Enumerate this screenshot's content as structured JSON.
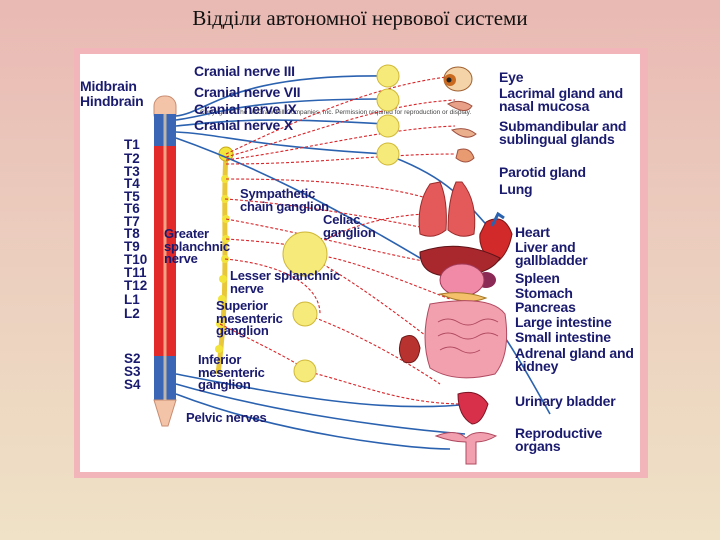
{
  "title": "Відділи автономної нервової системи",
  "copyright": "Copyright © The McGraw-Hill Companies, Inc. Permission required for reproduction or display.",
  "brain_regions": {
    "midbrain": "Midbrain",
    "hindbrain": "Hindbrain"
  },
  "cranial_nerves": [
    "Cranial nerve III",
    "Cranial nerve VII",
    "Cranial nerve IX",
    "Cranial nerve X"
  ],
  "spinal_segments": [
    "T1",
    "T2",
    "T3",
    "T4",
    "T5",
    "T6",
    "T7",
    "T8",
    "T9",
    "T10",
    "T11",
    "T12",
    "L1",
    "L2",
    "S2",
    "S3",
    "S4"
  ],
  "structures": {
    "sympathetic_chain": "Sympathetic chain ganglion",
    "celiac": "Celiac ganglion",
    "greater_splanchnic": "Greater splanchnic nerve",
    "lesser_splanchnic": "Lesser splanchnic nerve",
    "superior_mesenteric": "Superior mesenteric ganglion",
    "inferior_mesenteric": "Inferior mesenteric ganglion",
    "pelvic_nerves": "Pelvic nerves"
  },
  "organs": [
    "Eye",
    "Lacrimal gland and nasal mucosa",
    "Submandibular and sublingual glands",
    "Parotid gland",
    "Lung",
    "Heart",
    "Liver and gallbladder",
    "Spleen",
    "Stomach",
    "Pancreas",
    "Large intestine",
    "Small intestine",
    "Adrenal gland and kidney",
    "Urinary bladder",
    "Reproductive organs"
  ],
  "colors": {
    "sympathetic": "#d8262a",
    "parasympathetic": "#2b62b0",
    "ganglion": "#f6ea7a",
    "label": "#1a1a6e"
  }
}
